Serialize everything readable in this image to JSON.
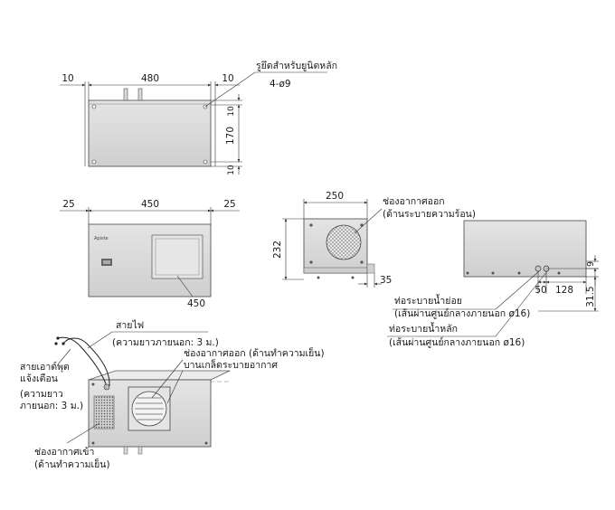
{
  "top_view": {
    "dim_left": "10",
    "dim_width": "480",
    "dim_right": "10",
    "dim_v_top": "10",
    "dim_v_mid": "170",
    "dim_v_bot": "10",
    "label_mount": "รูยึดสำหรับยูนิตหลัก",
    "label_holes": "4-ø9"
  },
  "front_view": {
    "dim_left": "25",
    "dim_width": "450",
    "dim_right": "25",
    "dim_panel": "450",
    "badge_text": "Apiste"
  },
  "side_view": {
    "dim_width": "250",
    "dim_height": "232",
    "dim_bottom": "35",
    "exhaust_label_1": "ช่องอากาศออก",
    "exhaust_label_2": "(ด้านระบายความร้อน)"
  },
  "rear_view": {
    "dim_9": "9",
    "dim_50": "50",
    "dim_128": "128",
    "dim_31_5": "31.5",
    "drain_sub_1": "ท่อระบายน้ำย่อย",
    "drain_sub_2": "(เส้นผ่านศูนย์กลางภายนอก ø16)",
    "drain_main_1": "ท่อระบายน้ำหลัก",
    "drain_main_2": "(เส้นผ่านศูนย์กลางภายนอก ø16)"
  },
  "iso_view": {
    "power_cable_1": "สายไฟ",
    "power_cable_2": "(ความยาวภายนอก: 3 ม.)",
    "alarm_1": "สายเอาต์พุต",
    "alarm_2": "แจ้งเตือน",
    "alarm_3": "(ความยาว",
    "alarm_4": "ภายนอก: 3 ม.)",
    "outlet_1": "ช่องอากาศออก (ด้านทำความเย็น)",
    "outlet_2": "บานเกล็ดระบายอากาศ",
    "inlet_1": "ช่องอากาศเข้า",
    "inlet_2": "(ด้านทำความเย็น)"
  }
}
